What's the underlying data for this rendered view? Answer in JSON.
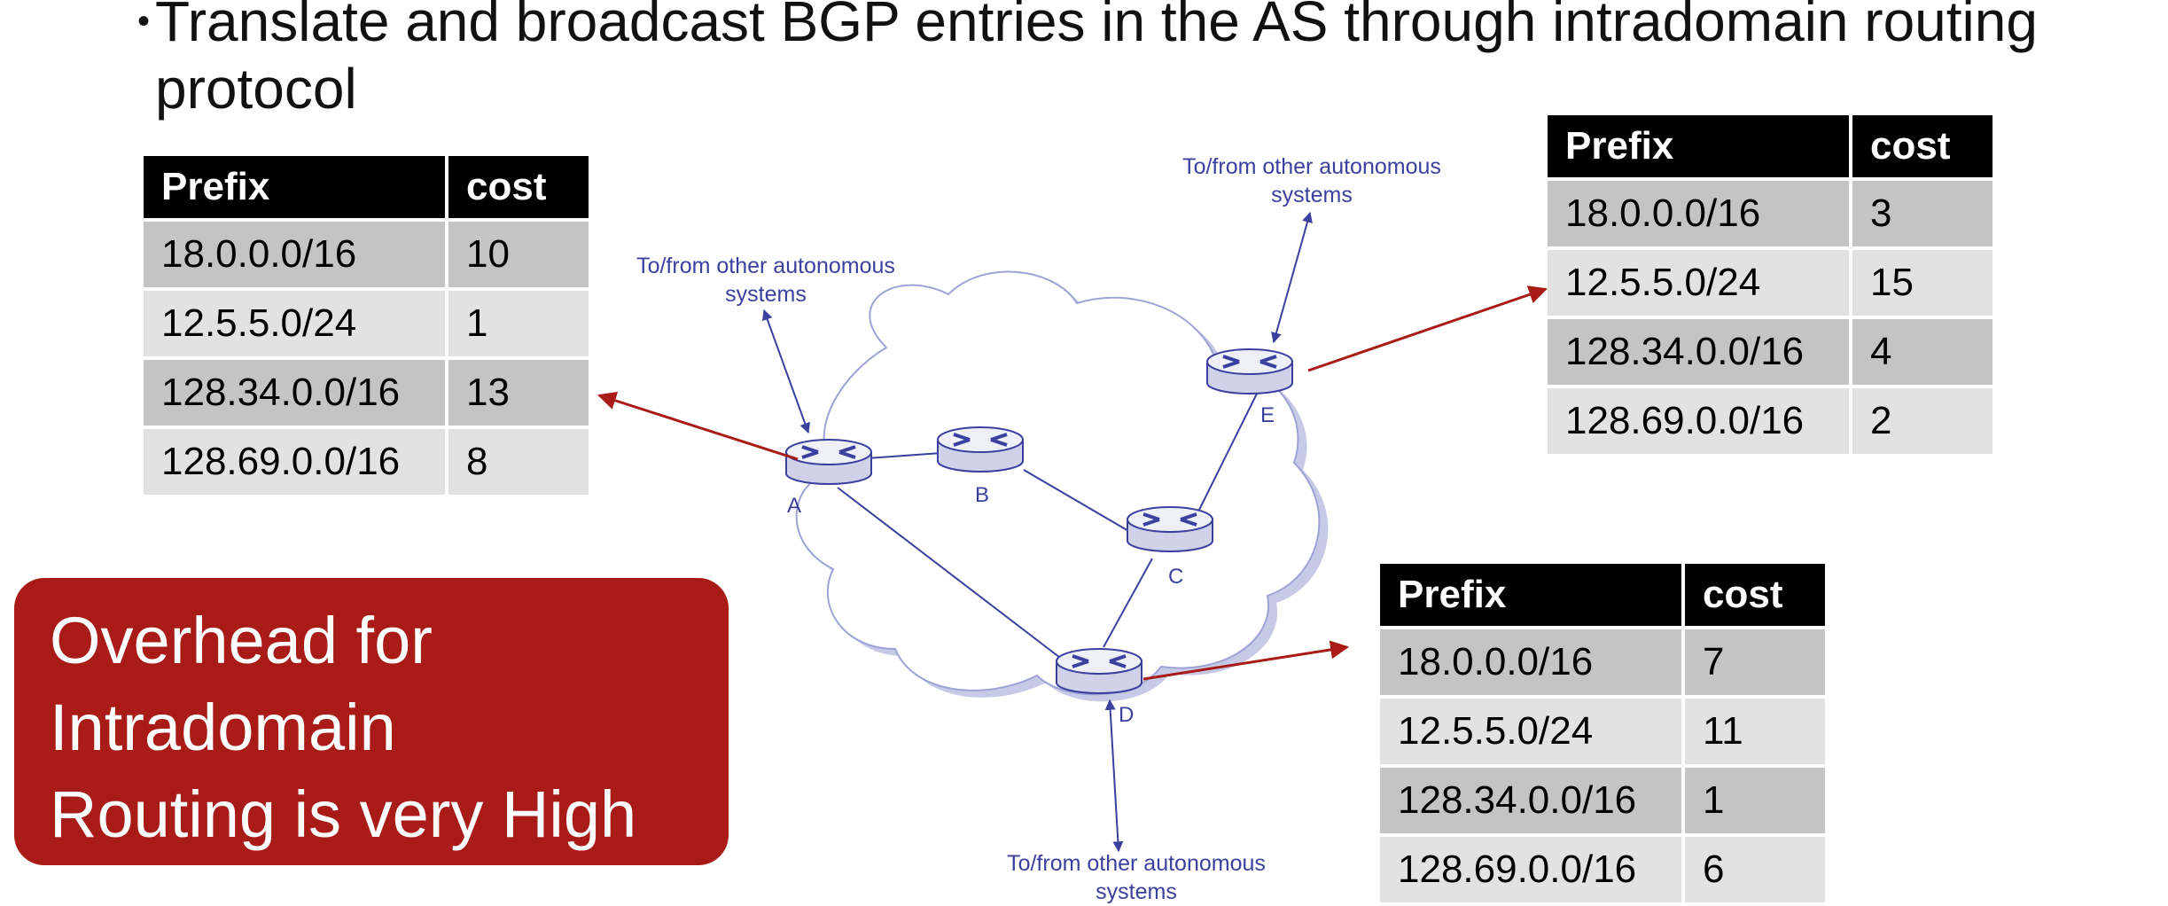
{
  "slide": {
    "bullet": "Translate and broadcast BGP entries in the AS through intradomain routing protocol"
  },
  "diagram": {
    "external_label_line1": "To/from other autonomous",
    "external_label_line2": "systems",
    "routers": [
      "A",
      "B",
      "C",
      "D",
      "E"
    ],
    "link_color": "#3b3f9e",
    "arrow_color": "#a91b17"
  },
  "tables": {
    "router_a": {
      "headers": [
        "Prefix",
        "cost"
      ],
      "rows": [
        [
          "18.0.0.0/16",
          "10"
        ],
        [
          "12.5.5.0/24",
          "1"
        ],
        [
          "128.34.0.0/16",
          "13"
        ],
        [
          "128.69.0.0/16",
          "8"
        ]
      ]
    },
    "router_e": {
      "headers": [
        "Prefix",
        "cost"
      ],
      "rows": [
        [
          "18.0.0.0/16",
          "3"
        ],
        [
          "12.5.5.0/24",
          "15"
        ],
        [
          "128.34.0.0/16",
          "4"
        ],
        [
          "128.69.0.0/16",
          "2"
        ]
      ]
    },
    "router_d": {
      "headers": [
        "Prefix",
        "cost"
      ],
      "rows": [
        [
          "18.0.0.0/16",
          "7"
        ],
        [
          "12.5.5.0/24",
          "11"
        ],
        [
          "128.34.0.0/16",
          "1"
        ],
        [
          "128.69.0.0/16",
          "6"
        ]
      ]
    }
  },
  "callout": {
    "line1": "Overhead for",
    "line2": "Intradomain",
    "line3": "Routing is very High",
    "background": "#a91b17"
  }
}
